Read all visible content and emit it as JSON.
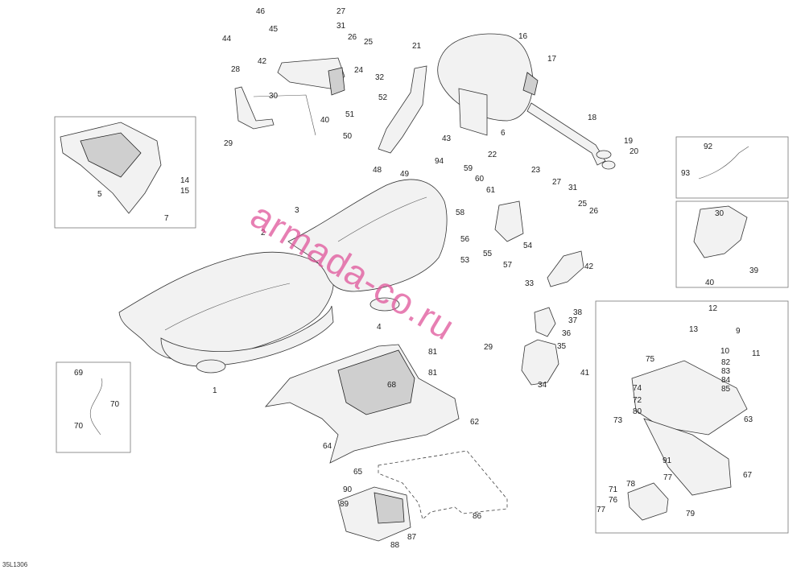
{
  "diagram": {
    "code": "35L1306",
    "watermark": "armada-co.ru"
  },
  "callouts": {
    "c1": "1",
    "c2": "2",
    "c3": "3",
    "c4": "4",
    "c5": "5",
    "c6": "6",
    "c7": "7",
    "c9": "9",
    "c10": "10",
    "c11": "11",
    "c12": "12",
    "c13": "13",
    "c14": "14",
    "c15": "15",
    "c16": "16",
    "c17": "17",
    "c18": "18",
    "c19": "19",
    "c20": "20",
    "c21": "21",
    "c22": "22",
    "c23": "23",
    "c24": "24",
    "c25": "25",
    "c25b": "25",
    "c26": "26",
    "c26b": "26",
    "c27": "27",
    "c27b": "27",
    "c28": "28",
    "c29": "29",
    "c29b": "29",
    "c30": "30",
    "c30b": "30",
    "c31": "31",
    "c31b": "31",
    "c32": "32",
    "c33": "33",
    "c34": "34",
    "c35": "35",
    "c36": "36",
    "c37": "37",
    "c38": "38",
    "c39": "39",
    "c40": "40",
    "c40b": "40",
    "c41": "41",
    "c42": "42",
    "c42b": "42",
    "c43": "43",
    "c44": "44",
    "c45": "45",
    "c46": "46",
    "c48": "48",
    "c49": "49",
    "c50": "50",
    "c51": "51",
    "c52": "52",
    "c53": "53",
    "c54": "54",
    "c55": "55",
    "c56": "56",
    "c57": "57",
    "c58": "58",
    "c59": "59",
    "c60": "60",
    "c61": "61",
    "c62": "62",
    "c63": "63",
    "c64": "64",
    "c65": "65",
    "c67": "67",
    "c68": "68",
    "c69": "69",
    "c70": "70",
    "c70b": "70",
    "c71": "71",
    "c72": "72",
    "c73": "73",
    "c74": "74",
    "c75": "75",
    "c76": "76",
    "c77": "77",
    "c77b": "77",
    "c78": "78",
    "c79": "79",
    "c80": "80",
    "c81": "81",
    "c81b": "81",
    "c82": "82",
    "c83": "83",
    "c84": "84",
    "c85": "85",
    "c86": "86",
    "c87": "87",
    "c88": "88",
    "c89": "89",
    "c90": "90",
    "c91": "91",
    "c92": "92",
    "c93": "93",
    "c94": "94"
  }
}
